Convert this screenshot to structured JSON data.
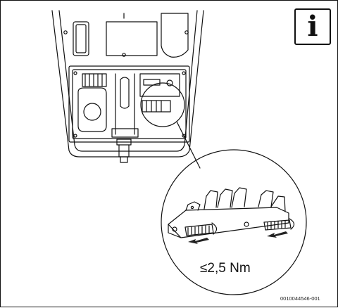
{
  "info_icon": {
    "glyph": "i",
    "name": "info-icon"
  },
  "detail": {
    "torque_label": "≤2,5 Nm"
  },
  "figure": {
    "reference_code": "0010044546-001"
  },
  "colors": {
    "line": "#111111",
    "arrow": "#222222",
    "background": "#ffffff"
  }
}
